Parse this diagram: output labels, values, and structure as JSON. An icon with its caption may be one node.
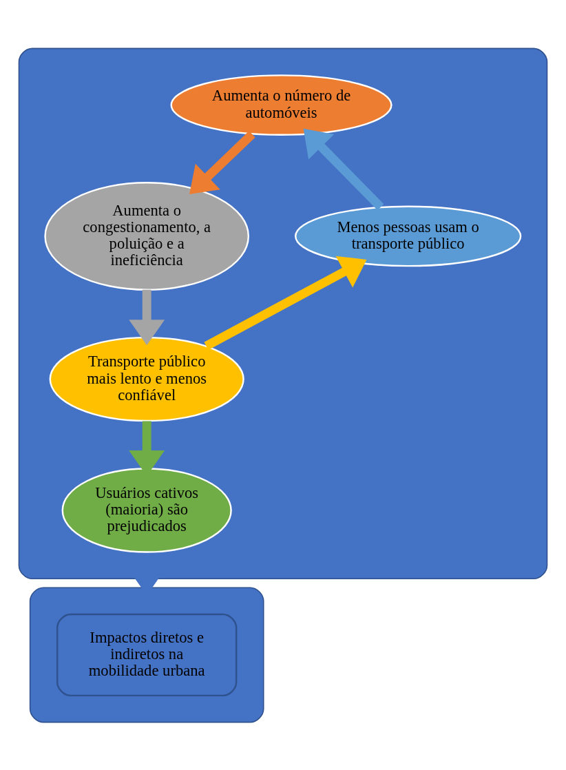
{
  "diagram": {
    "nodes": [
      {
        "text": [],
        "shape": "box"
      },
      {
        "text": [
          "Aumenta o número de automóveis"
        ],
        "in": 0
      },
      {
        "text": [
          "Aumenta o congestionamento, a poluição e a ineficiência"
        ],
        "in": 0
      },
      {
        "text": [
          "Transporte público mais lento e menos confiável"
        ],
        "in": 0
      },
      {
        "text": [
          "Menos pessoas usam o transporte público"
        ],
        "in": 0
      },
      {
        "text": [
          "Usuários cativos (maioria) são prejudicados"
        ],
        "in": 0
      },
      {
        "text": [],
        "shape": "box"
      },
      {
        "text": [
          "Impactos diretos e indiretos na mobilidade urbana"
        ],
        "in": 6
      }
    ],
    "edges": [
      {
        "from": 1,
        "to": 2,
        "arrow": "to",
        "color": "#ed7d31"
      },
      {
        "from": 2,
        "to": 3,
        "arrow": "to",
        "color": "#a5a5a5"
      },
      {
        "from": 3,
        "to": 4,
        "arrow": "to",
        "color": "#ffc000"
      },
      {
        "from": 4,
        "to": 1,
        "arrow": "to",
        "color": "#5b9bd5"
      },
      {
        "from": 3,
        "to": 5,
        "arrow": "to",
        "color": "#70ad47"
      },
      {
        "from": 0,
        "to": 6,
        "arrow": "to",
        "color": "#4472c4"
      }
    ]
  }
}
